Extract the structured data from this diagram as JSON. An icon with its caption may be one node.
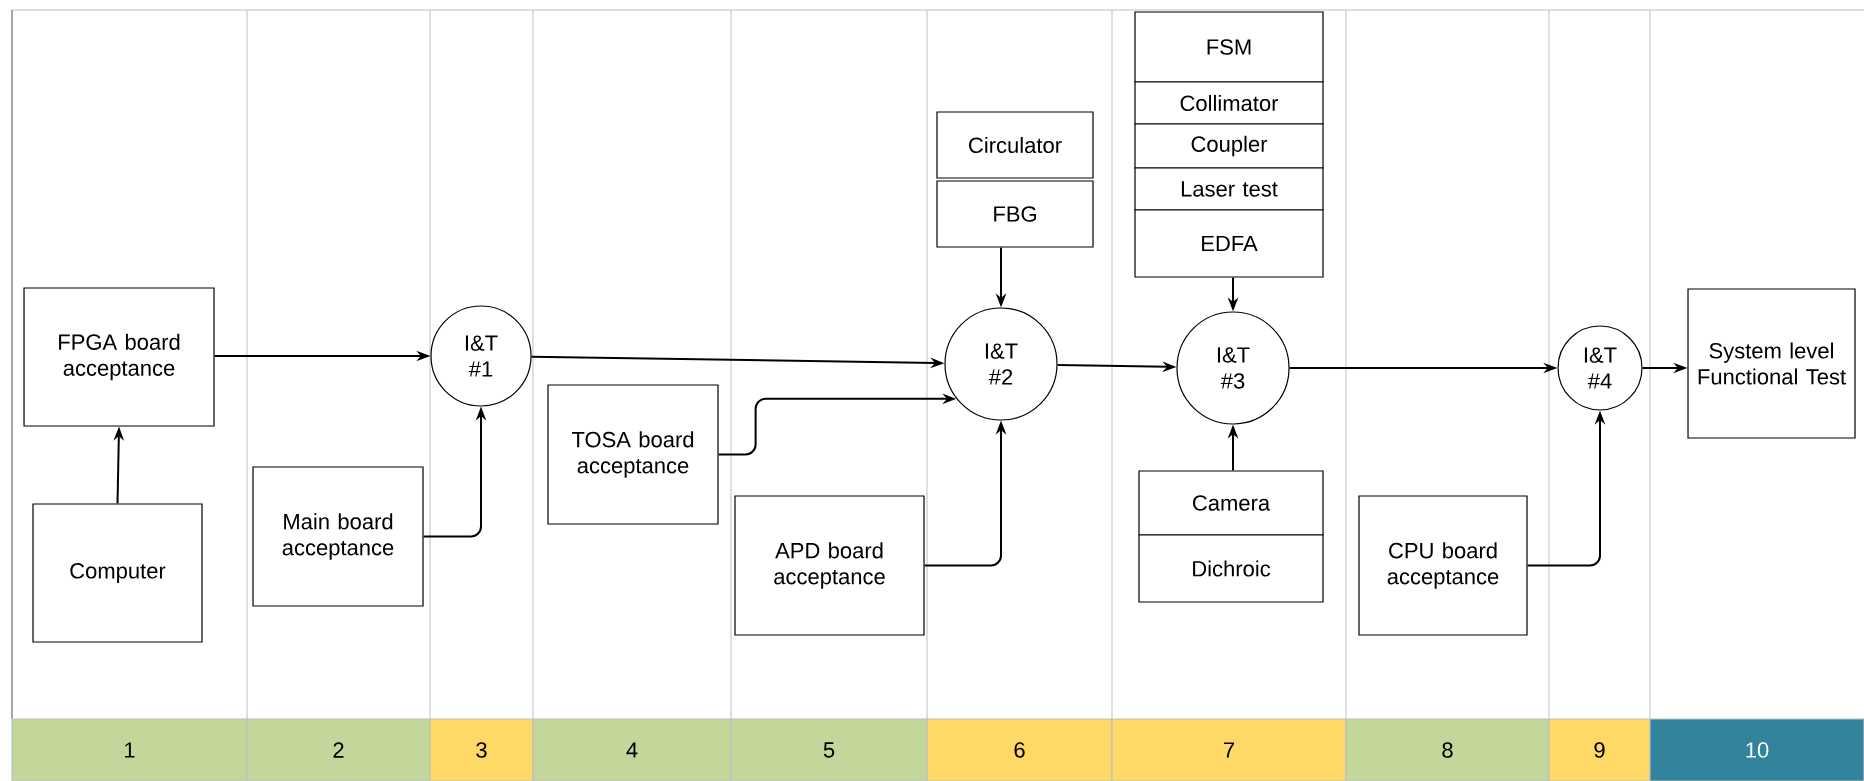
{
  "diagram": {
    "nodes": [
      {
        "text": [
          "FPGA board acceptance"
        ]
      },
      {
        "text": [
          "Computer"
        ]
      },
      {
        "text": [
          "I&T #1"
        ]
      },
      {
        "text": [
          "Main board acceptance"
        ]
      },
      {
        "text": [
          "TOSA board acceptance"
        ]
      },
      {
        "text": [
          "APD board acceptance"
        ]
      },
      {
        "text": [
          "Circulator"
        ]
      },
      {
        "text": [
          "FBG"
        ]
      },
      {
        "text": [
          "I&T #2"
        ]
      },
      {
        "text": [
          "FSM"
        ]
      },
      {
        "text": [
          "Collimator"
        ]
      },
      {
        "text": [
          "Coupler"
        ]
      },
      {
        "text": [
          "Laser test"
        ]
      },
      {
        "text": [
          "EDFA"
        ]
      },
      {
        "text": [
          "I&T #3"
        ]
      },
      {
        "text": [
          "Camera"
        ]
      },
      {
        "text": [
          "Dichroic"
        ]
      },
      {
        "text": [
          "CPU board acceptance"
        ]
      },
      {
        "text": [
          "I&T #4"
        ]
      },
      {
        "text": [
          "System level Functional Test"
        ]
      },
      {
        "text": [
          "1"
        ]
      },
      {
        "text": [
          "2"
        ]
      },
      {
        "text": [
          "3"
        ]
      },
      {
        "text": [
          "4"
        ]
      },
      {
        "text": [
          "5"
        ]
      },
      {
        "text": [
          "6"
        ]
      },
      {
        "text": [
          "7"
        ]
      },
      {
        "text": [
          "8"
        ]
      },
      {
        "text": [
          "9"
        ]
      },
      {
        "text": [
          "10"
        ]
      }
    ],
    "edges": [
      {
        "from": 1,
        "to": 0,
        "arrow": "to"
      },
      {
        "from": 0,
        "to": 2,
        "arrow": "to"
      },
      {
        "from": 3,
        "to": 2,
        "arrow": "to"
      },
      {
        "from": 2,
        "to": 8,
        "arrow": "to"
      },
      {
        "from": 4,
        "to": 8,
        "arrow": "to"
      },
      {
        "from": 5,
        "to": 8,
        "arrow": "to"
      },
      {
        "from": 7,
        "to": 8,
        "arrow": "to"
      },
      {
        "from": 8,
        "to": 14,
        "arrow": "to"
      },
      {
        "from": 13,
        "to": 14,
        "arrow": "to"
      },
      {
        "from": 15,
        "to": 14,
        "arrow": "to"
      },
      {
        "from": 14,
        "to": 18,
        "arrow": "to"
      },
      {
        "from": 17,
        "to": 18,
        "arrow": "to"
      },
      {
        "from": 18,
        "to": 19,
        "arrow": "to"
      }
    ]
  }
}
